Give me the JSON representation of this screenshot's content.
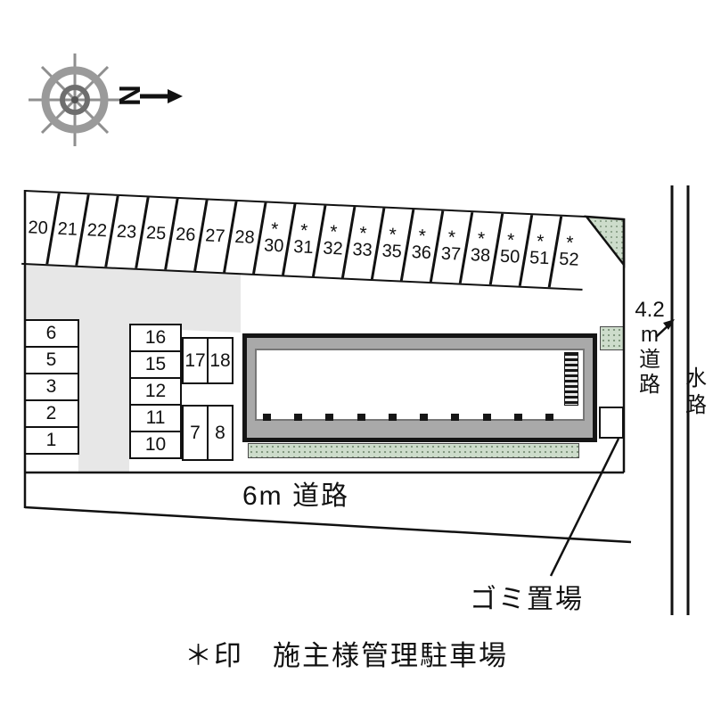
{
  "compass": {
    "north": "N"
  },
  "top_row": [
    {
      "star": "",
      "num": "20"
    },
    {
      "star": "",
      "num": "21"
    },
    {
      "star": "",
      "num": "22"
    },
    {
      "star": "",
      "num": "23"
    },
    {
      "star": "",
      "num": "25"
    },
    {
      "star": "",
      "num": "26"
    },
    {
      "star": "",
      "num": "27"
    },
    {
      "star": "",
      "num": "28"
    },
    {
      "star": "*",
      "num": "30"
    },
    {
      "star": "*",
      "num": "31"
    },
    {
      "star": "*",
      "num": "32"
    },
    {
      "star": "*",
      "num": "33"
    },
    {
      "star": "*",
      "num": "35"
    },
    {
      "star": "*",
      "num": "36"
    },
    {
      "star": "*",
      "num": "37"
    },
    {
      "star": "*",
      "num": "38"
    },
    {
      "star": "*",
      "num": "50"
    },
    {
      "star": "*",
      "num": "51"
    },
    {
      "star": "*",
      "num": "52"
    }
  ],
  "left_col": [
    "6",
    "5",
    "3",
    "2",
    "1"
  ],
  "mid_col": [
    "16",
    "15",
    "12",
    "11",
    "10"
  ],
  "upper_pair": [
    "17",
    "18"
  ],
  "lower_pair": [
    "7",
    "8"
  ],
  "labels": {
    "road6": "6m 道路",
    "road42": [
      "4.2",
      "m",
      "道",
      "路"
    ],
    "water": [
      "水",
      "路"
    ],
    "garbage": "ゴミ置場",
    "caption": "＊印　施主様管理駐車場"
  },
  "colors": {
    "green_fill": "#cddccb",
    "driveway_gray": "#e7e7e7",
    "line_ink": "#111111",
    "building_gray": "#a9a9a9"
  }
}
